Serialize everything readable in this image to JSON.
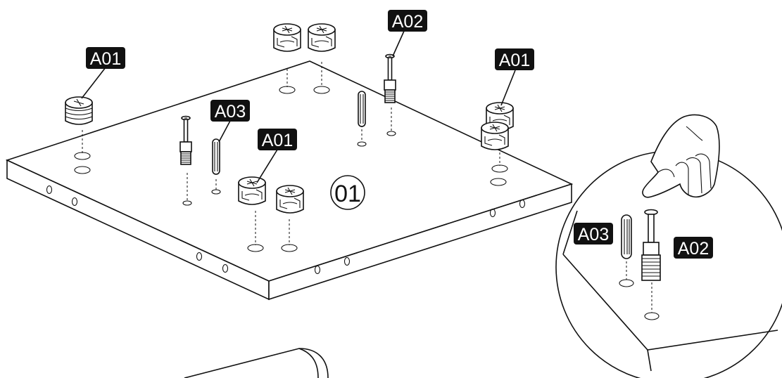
{
  "step_number": "01",
  "labels": {
    "a01_left": "A01",
    "a01_center": "A01",
    "a01_right": "A01",
    "a02_top": "A02",
    "a03_left": "A03",
    "a03_detail": "A03",
    "a02_detail": "A02"
  },
  "colors": {
    "line": "#111111",
    "tag_background": "#111111",
    "tag_text": "#ffffff",
    "background": "#ffffff"
  },
  "icons": [
    "hand-icon",
    "cam-lock-icon",
    "cam-bolt-icon",
    "wood-dowel-icon"
  ]
}
